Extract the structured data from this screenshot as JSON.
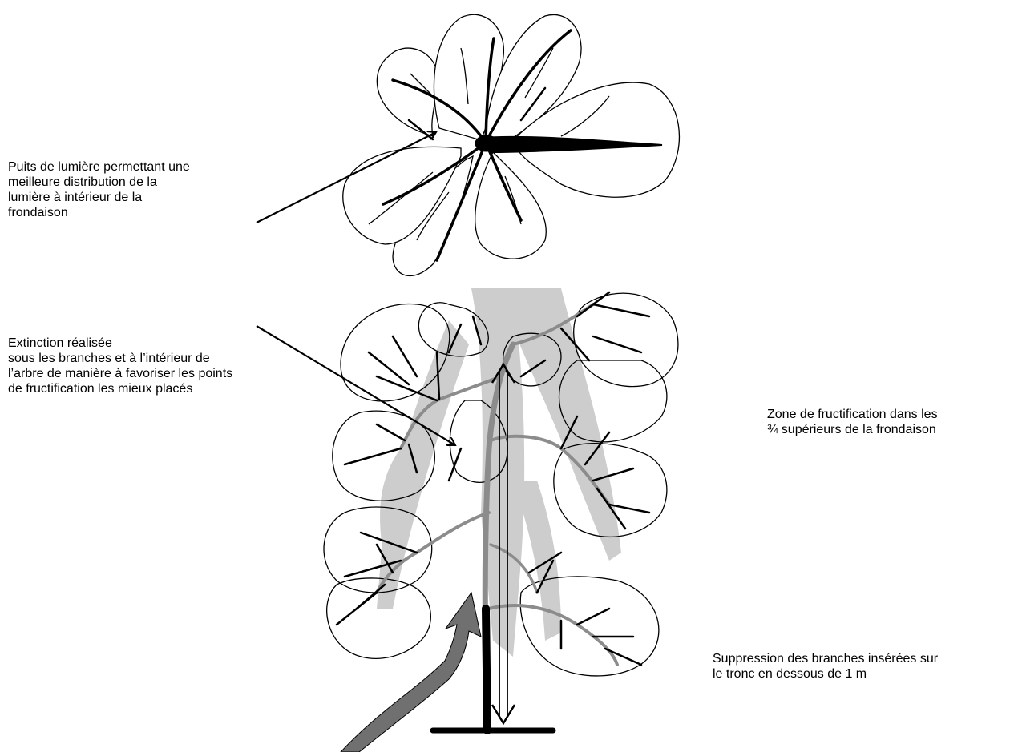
{
  "annotations": {
    "light_well": {
      "lines": [
        "Puits de lumière permettant une",
        "meilleure distribution de la",
        "lumière à intérieur de la",
        "frondaison"
      ]
    },
    "extinction": {
      "lines": [
        "Extinction réalisée",
        "sous les branches et à l’intérieur de",
        "l’arbre de manière à favoriser les points",
        "de fructification les mieux placés"
      ]
    },
    "fruiting_zone": {
      "lines": [
        "Zone de fructification dans les",
        "¾ supérieurs de la frondaison"
      ]
    },
    "branch_removal": {
      "lines": [
        "Suppression des branches insérées sur",
        "le tronc en dessous de 1 m"
      ]
    }
  },
  "colors": {
    "ink": "#000000",
    "shade": "#c8c8c8",
    "gray_branch": "#8c8c8c",
    "curved_arrow": "#707070"
  }
}
